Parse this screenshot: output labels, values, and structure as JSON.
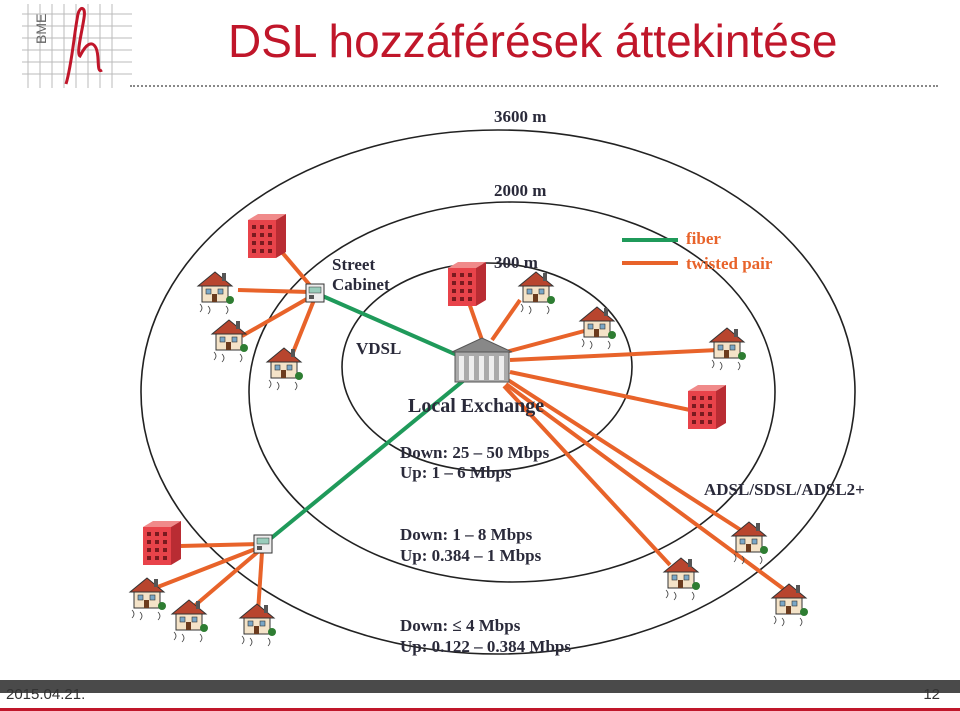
{
  "slide": {
    "title": "DSL hozzáférések áttekintése",
    "logo_text": "BME",
    "date": "2015.04.21.",
    "page_number": "12"
  },
  "diagram": {
    "rings": {
      "outer": "3600 m",
      "middle": "2000 m",
      "inner": "300 m"
    },
    "nodes": {
      "street_cabinet_line1": "Street",
      "street_cabinet_line2": "Cabinet",
      "local_exchange": "Local Exchange",
      "vdsl": "VDSL",
      "adsl": "ADSL/SDSL/ADSL2+"
    },
    "legend": {
      "fiber": "fiber",
      "twisted_pair": "twisted pair"
    },
    "speeds": {
      "zone1_down": "Down: 25 – 50 Mbps",
      "zone1_up": "Up: 1 – 6 Mbps",
      "zone2_down": "Down: 1 – 8 Mbps",
      "zone2_up": "Up: 0.384 – 1 Mbps",
      "zone3_down": "Down: ≤ 4 Mbps",
      "zone3_up": "Up: 0.122 – 0.384 Mbps"
    },
    "colors": {
      "fiber": "#1f9a5a",
      "twisted_pair": "#e8632a",
      "building": "#e8434a",
      "title": "#c0162a"
    }
  }
}
